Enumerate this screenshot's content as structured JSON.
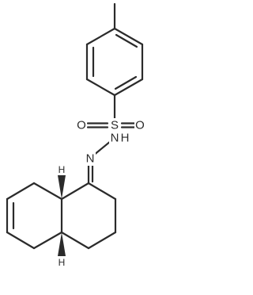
{
  "molecule": {
    "atoms": {
      "S": "S",
      "O_left": "O",
      "O_right": "O",
      "N_upper": "N",
      "H_upper": "H",
      "N_lower": "N",
      "H_stereo_top": "H",
      "H_stereo_bottom": "H"
    }
  }
}
